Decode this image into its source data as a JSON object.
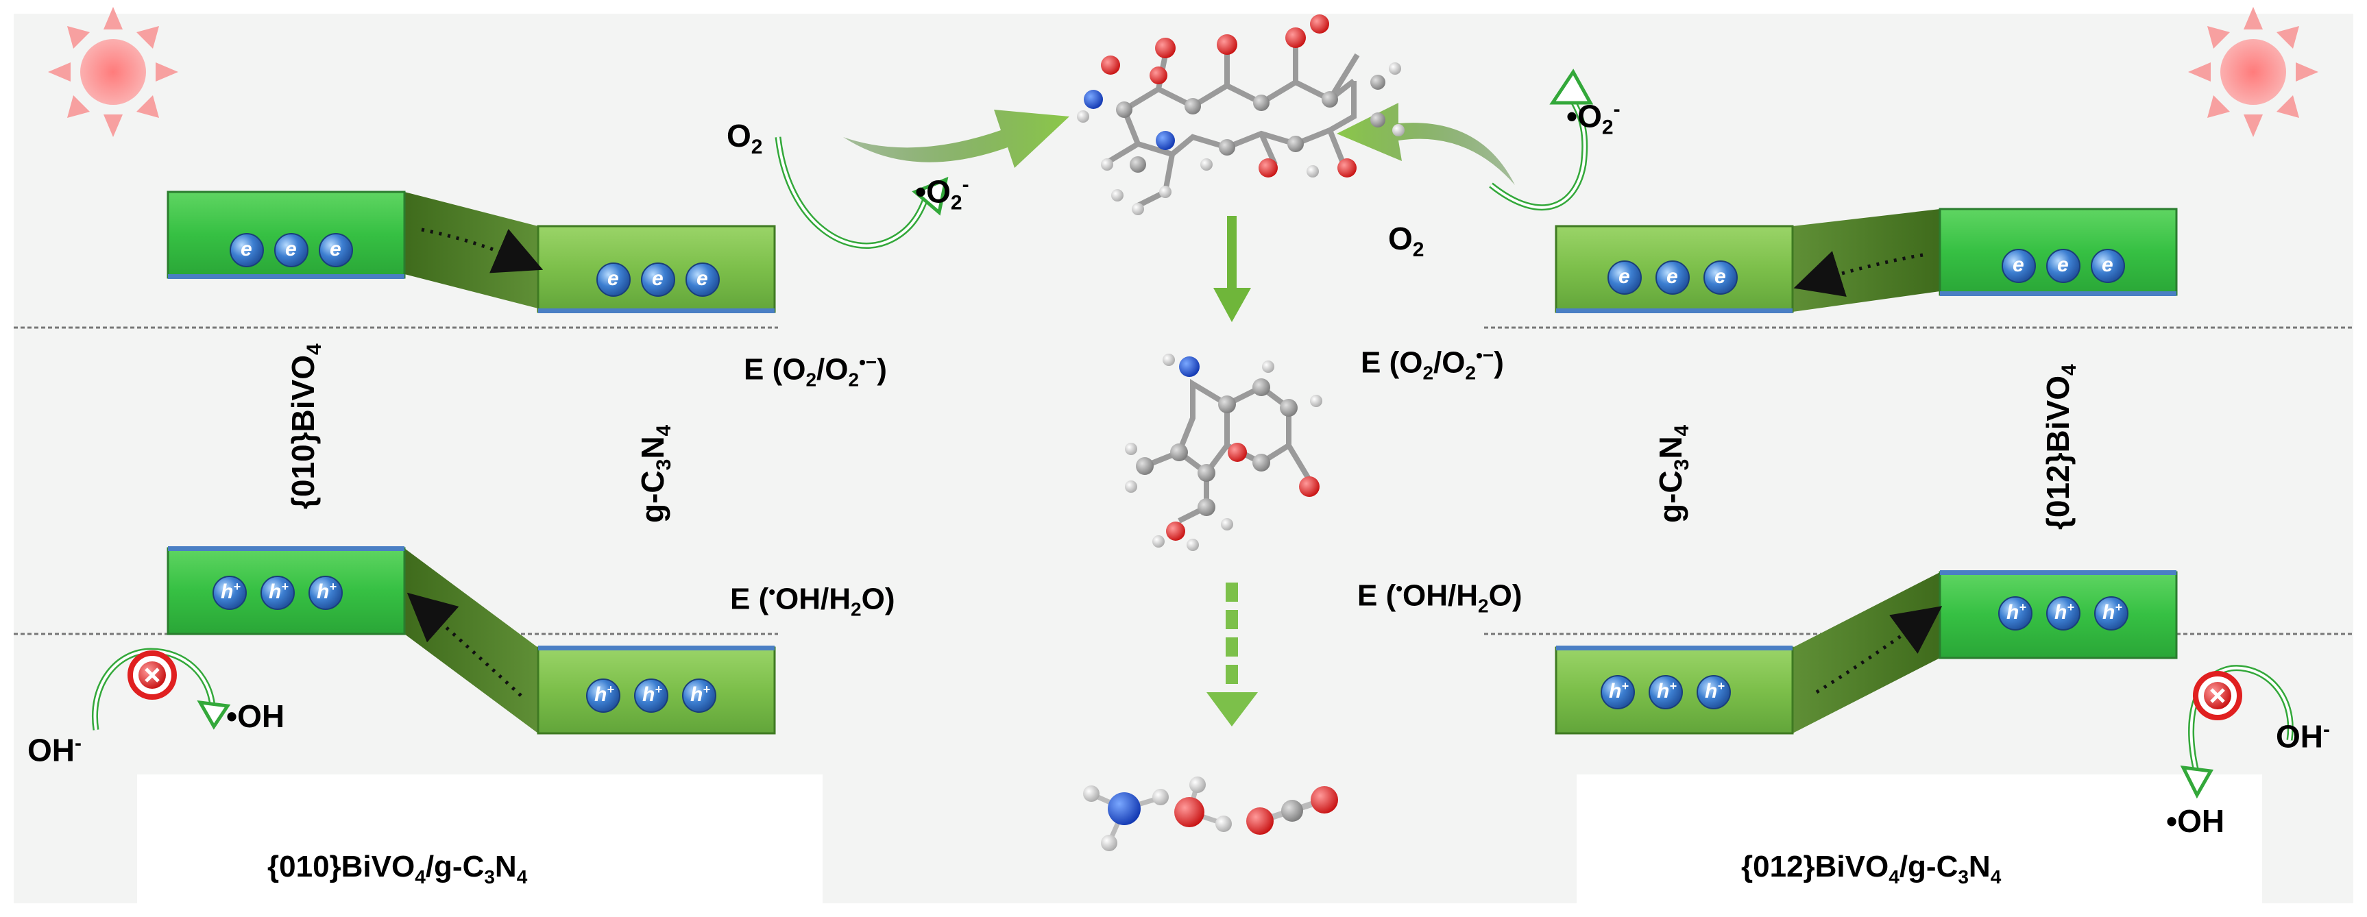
{
  "left_panel": {
    "facet_label": "{010}BiVO",
    "facet_sub": "4",
    "partner_label_main": "g-C",
    "partner_sub1": "3",
    "partner_mid": "N",
    "partner_sub2": "4",
    "caption_main": "{010}BiVO",
    "caption_sub1": "4",
    "caption_mid": "/g-C",
    "caption_sub2": "3",
    "caption_n": "N",
    "caption_sub3": "4",
    "o2_label": "O",
    "o2_sub": "2",
    "superoxide_label": "•O",
    "superoxide_sub": "2",
    "superoxide_sup": "-",
    "oh_minus_label": "OH",
    "oh_minus_sup": "-",
    "oh_radical_label": "•OH",
    "e_o2_label": "E (O",
    "e_o2_sub1": "2",
    "e_o2_mid": "/O",
    "e_o2_sub2": "2",
    "e_o2_sup": "•−",
    "e_o2_end": ")",
    "e_oh_label": "E (",
    "e_oh_sup": "•",
    "e_oh_mid": "OH/H",
    "e_oh_sub": "2",
    "e_oh_end": "O)"
  },
  "right_panel": {
    "facet_label": "{012}BiVO",
    "facet_sub": "4",
    "partner_label_main": "g-C",
    "partner_sub1": "3",
    "partner_mid": "N",
    "partner_sub2": "4",
    "caption_main": "{012}BiVO",
    "caption_sub1": "4",
    "caption_mid": "/g-C",
    "caption_sub2": "3",
    "caption_n": "N",
    "caption_sub3": "4",
    "o2_label": "O",
    "o2_sub": "2",
    "superoxide_label": "•O",
    "superoxide_sub": "2",
    "superoxide_sup": "-",
    "oh_minus_label": "OH",
    "oh_minus_sup": "-",
    "oh_radical_label": "•OH",
    "e_o2_label": "E (O",
    "e_o2_sub1": "2",
    "e_o2_mid": "/O",
    "e_o2_sub2": "2",
    "e_o2_sup": "•−",
    "e_o2_end": ")",
    "e_oh_label": "E (",
    "e_oh_sup": "•",
    "e_oh_mid": "OH/H",
    "e_oh_sub": "2",
    "e_oh_end": "O)"
  },
  "particles": {
    "electron": "e",
    "hole": "h",
    "hole_sup": "+"
  },
  "colors": {
    "band_green": "#3fc84a",
    "band_green_light": "#7cc04a",
    "connector_dark": "#4d7a25",
    "arrow_green": "#6fb63a",
    "sun": "#f8a8a8",
    "particle_blue": "#3d7fd1",
    "block_red": "#e02020"
  }
}
